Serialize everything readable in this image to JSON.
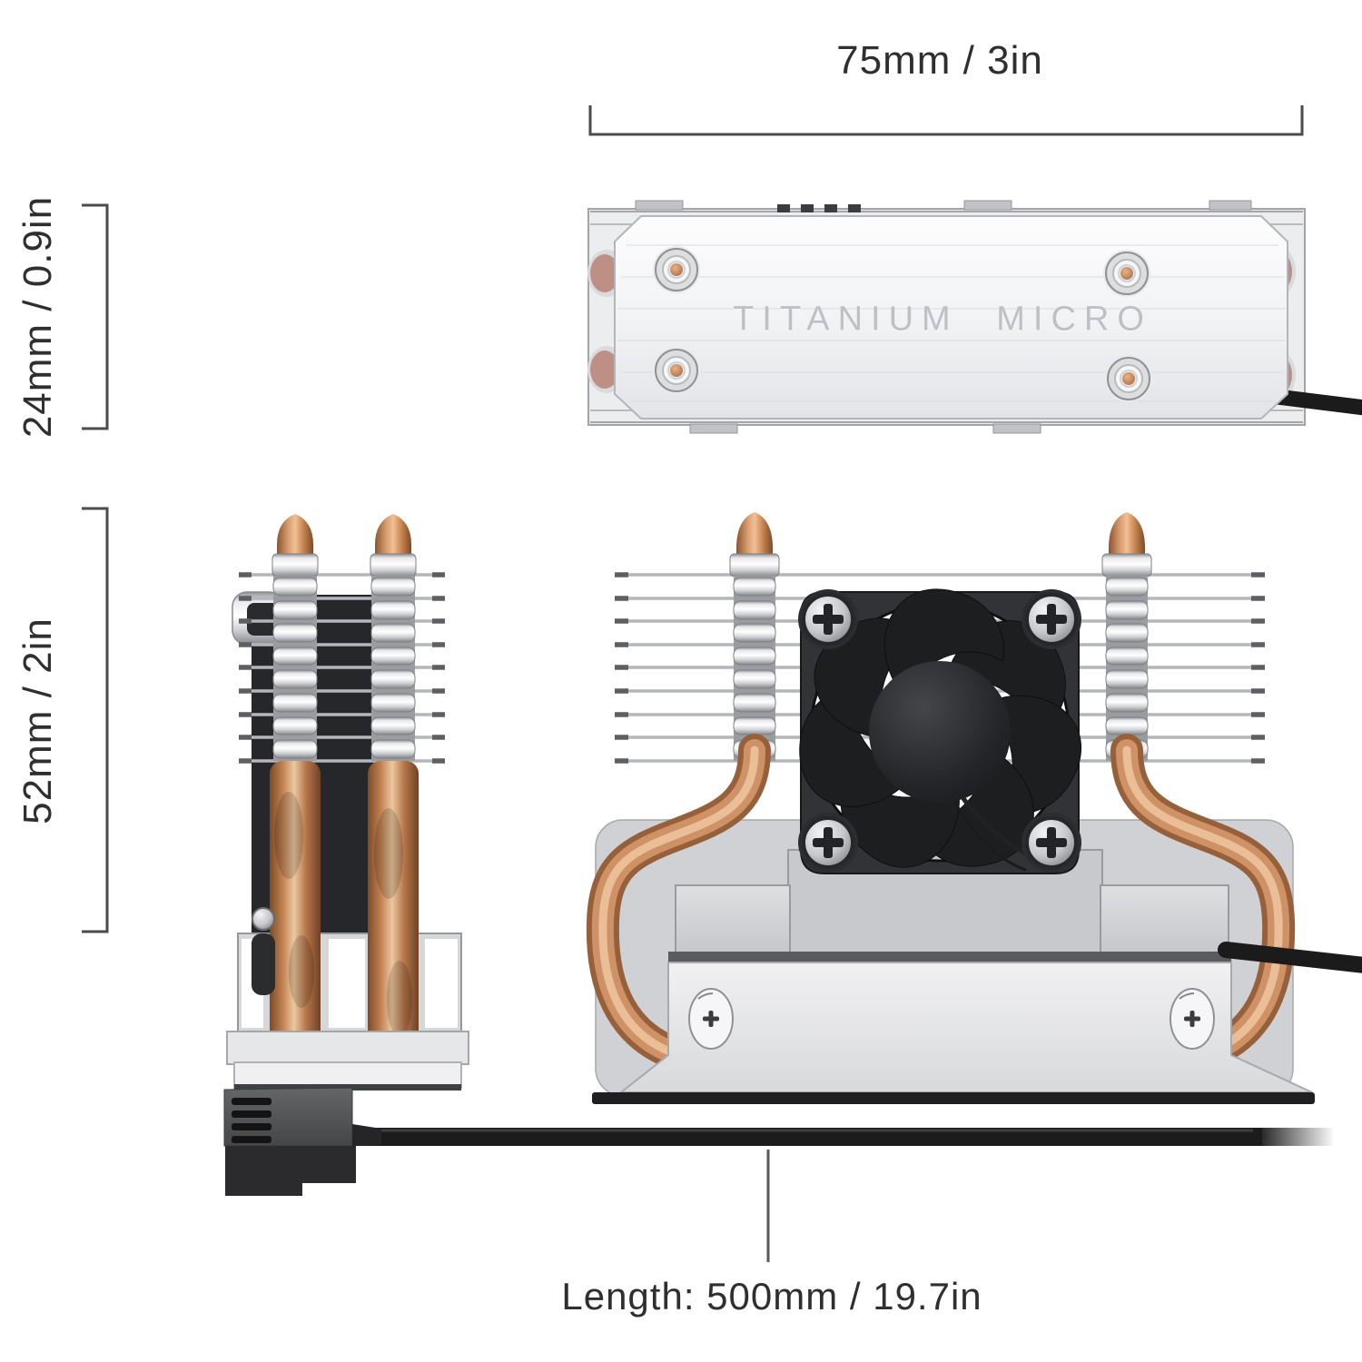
{
  "dimensions": {
    "width_label": "75mm / 3in",
    "height_top_label": "24mm / 0.9in",
    "height_side_label": "52mm / 2in",
    "cable_length_label": "Length: 500mm / 19.7in"
  },
  "branding": {
    "engraving": "TITANIUM MICRO"
  },
  "colors": {
    "background": "#ffffff",
    "dimension_lines": "#4a4b4d",
    "label_text": "#2f2f31",
    "engraving_text": "#bfc0c4",
    "copper": "#c98b5e",
    "aluminum": "#d9dadc",
    "fan_black": "#1d1e20",
    "cable_black": "#1c1c1d"
  }
}
